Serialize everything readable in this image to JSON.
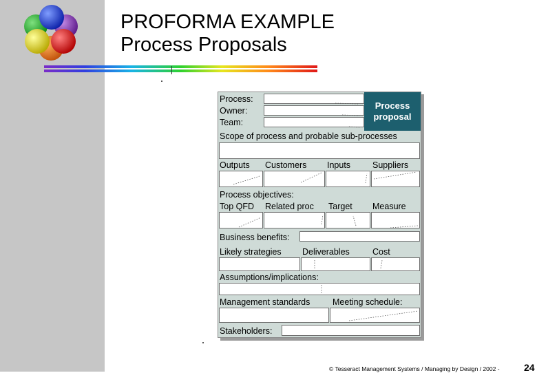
{
  "slide": {
    "title_line1": "PROFORMA EXAMPLE",
    "title_line2": "Process Proposals",
    "footer": "© Tesseract Management Systems / Managing by Design / 2002  -",
    "page_number": "24"
  },
  "form": {
    "badge": "Process proposal",
    "process_label": "Process:",
    "owner_label": "Owner:",
    "team_label": "Team:",
    "scope_label": "Scope of process and probable sub-processes",
    "outputs_label": "Outputs",
    "customers_label": "Customers",
    "inputs_label": "Inputs",
    "suppliers_label": "Suppliers",
    "objectives_label": "Process objectives:",
    "top_qfd_label": "Top QFD",
    "related_proc_label": "Related proc",
    "target_label": "Target",
    "measure_label": "Measure",
    "benefits_label": "Business benefits:",
    "strategies_label": "Likely strategies",
    "deliverables_label": "Deliverables",
    "cost_label": "Cost",
    "assumptions_label": "Assumptions/implications:",
    "mgmt_standards_label": "Management standards",
    "meeting_schedule_label": "Meeting schedule:",
    "stakeholders_label": "Stakeholders:"
  },
  "colors": {
    "sidebar": "#c6c6c6",
    "form_background": "#cfdbd7",
    "badge_background": "#1d5f6e",
    "field_background": "#ffffff"
  },
  "icons": [
    "color-spheres-logo-icon",
    "rainbow-bar-icon"
  ]
}
